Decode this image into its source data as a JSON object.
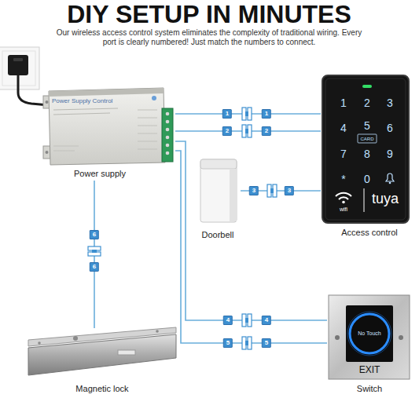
{
  "diagram": {
    "title": "DIY SETUP IN MINUTES",
    "nodes": [
      {
        "text": [
          "Power Supply Control",
          "Power supply"
        ]
      },
      {
        "text": [
          "Access control",
          "1",
          "2",
          "3",
          "4",
          "5",
          "6",
          "7",
          "8",
          "9",
          "*",
          "0",
          "CARD",
          "wifi",
          "tuya"
        ]
      },
      {
        "text": [
          "Doorbell"
        ]
      },
      {
        "text": [
          "Magnetic lock"
        ]
      },
      {
        "text": [
          "No Touch",
          "EXIT",
          "Switch"
        ]
      }
    ],
    "edges": [
      {
        "from": 0,
        "to": 1,
        "arrow": "none",
        "label": "1"
      },
      {
        "from": 0,
        "to": 1,
        "arrow": "none",
        "label": "2"
      },
      {
        "from": 2,
        "to": 1,
        "arrow": "none",
        "label": "3"
      },
      {
        "from": 0,
        "to": 3,
        "arrow": "none",
        "label": "6"
      },
      {
        "from": 0,
        "to": 4,
        "arrow": "none",
        "label": "4"
      },
      {
        "from": 0,
        "to": 4,
        "arrow": "none",
        "label": "5"
      }
    ],
    "labels": [
      "Our wireless access control system eliminates the complexity of traditional wiring. Every port is clearly numbered! Just match the numbers to connect.",
      "1",
      "2",
      "3",
      "6",
      "4",
      "5"
    ]
  }
}
